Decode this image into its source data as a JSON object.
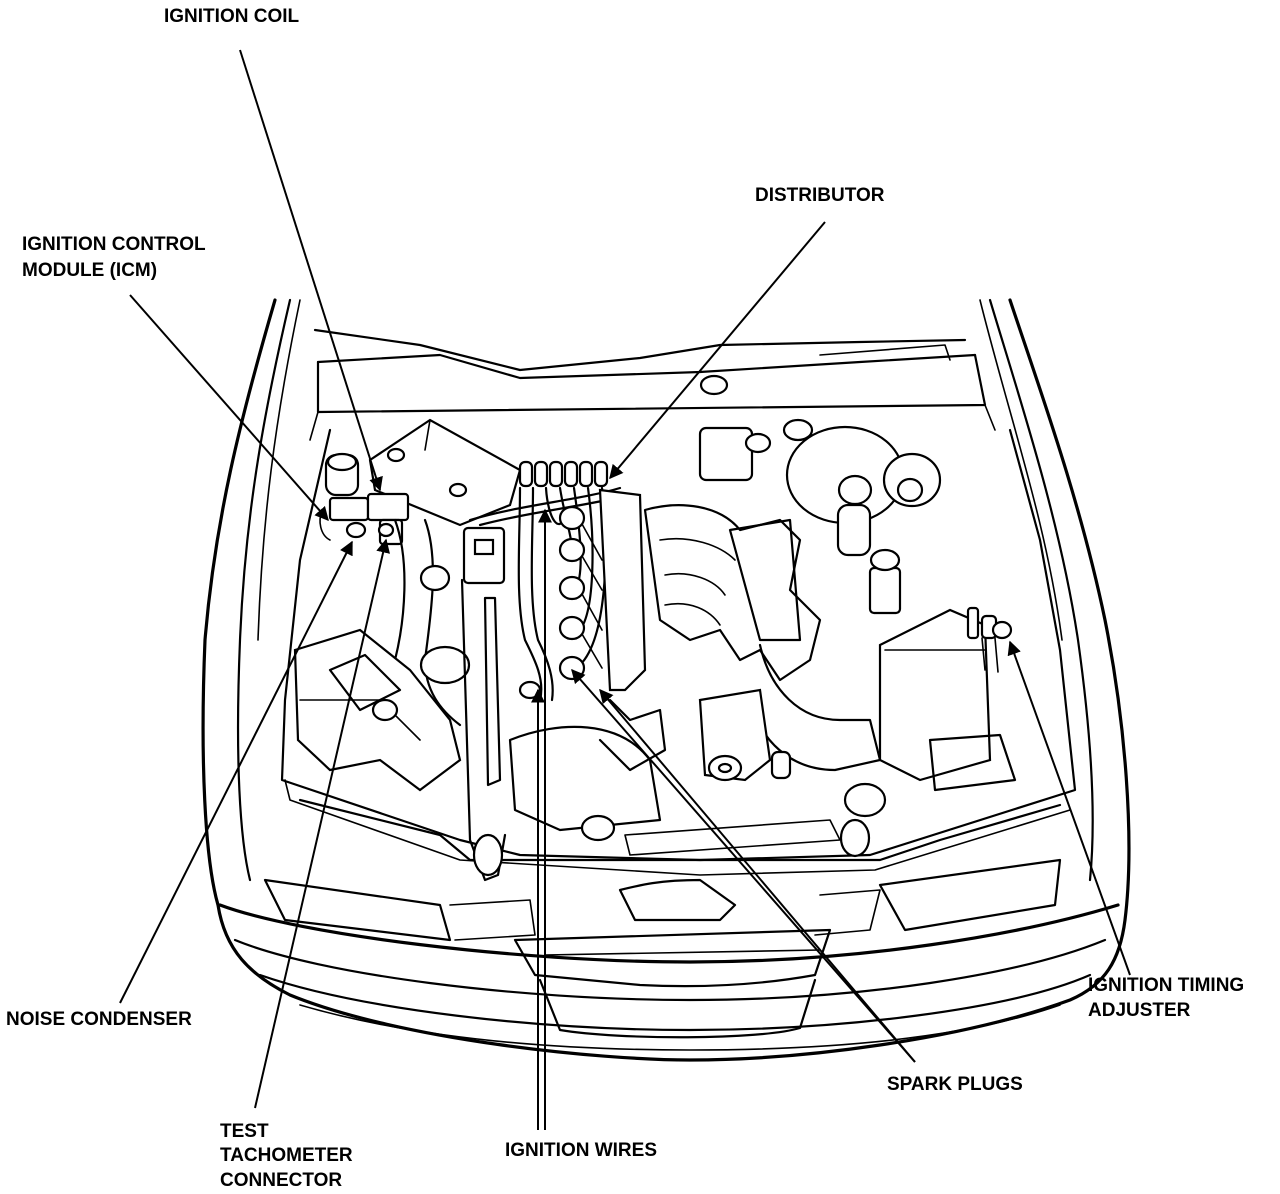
{
  "labels": {
    "ignition_coil": "IGNITION COIL",
    "distributor": "DISTRIBUTOR",
    "icm_line1": "IGNITION CONTROL",
    "icm_line2": "MODULE (ICM)",
    "noise_condenser": "NOISE CONDENSER",
    "test_tach_line1": "TEST",
    "test_tach_line2": "TACHOMETER",
    "test_tach_line3": "CONNECTOR",
    "ignition_wires": "IGNITION WIRES",
    "spark_plugs": "SPARK PLUGS",
    "timing_line1": "IGNITION TIMING",
    "timing_line2": "ADJUSTER"
  }
}
